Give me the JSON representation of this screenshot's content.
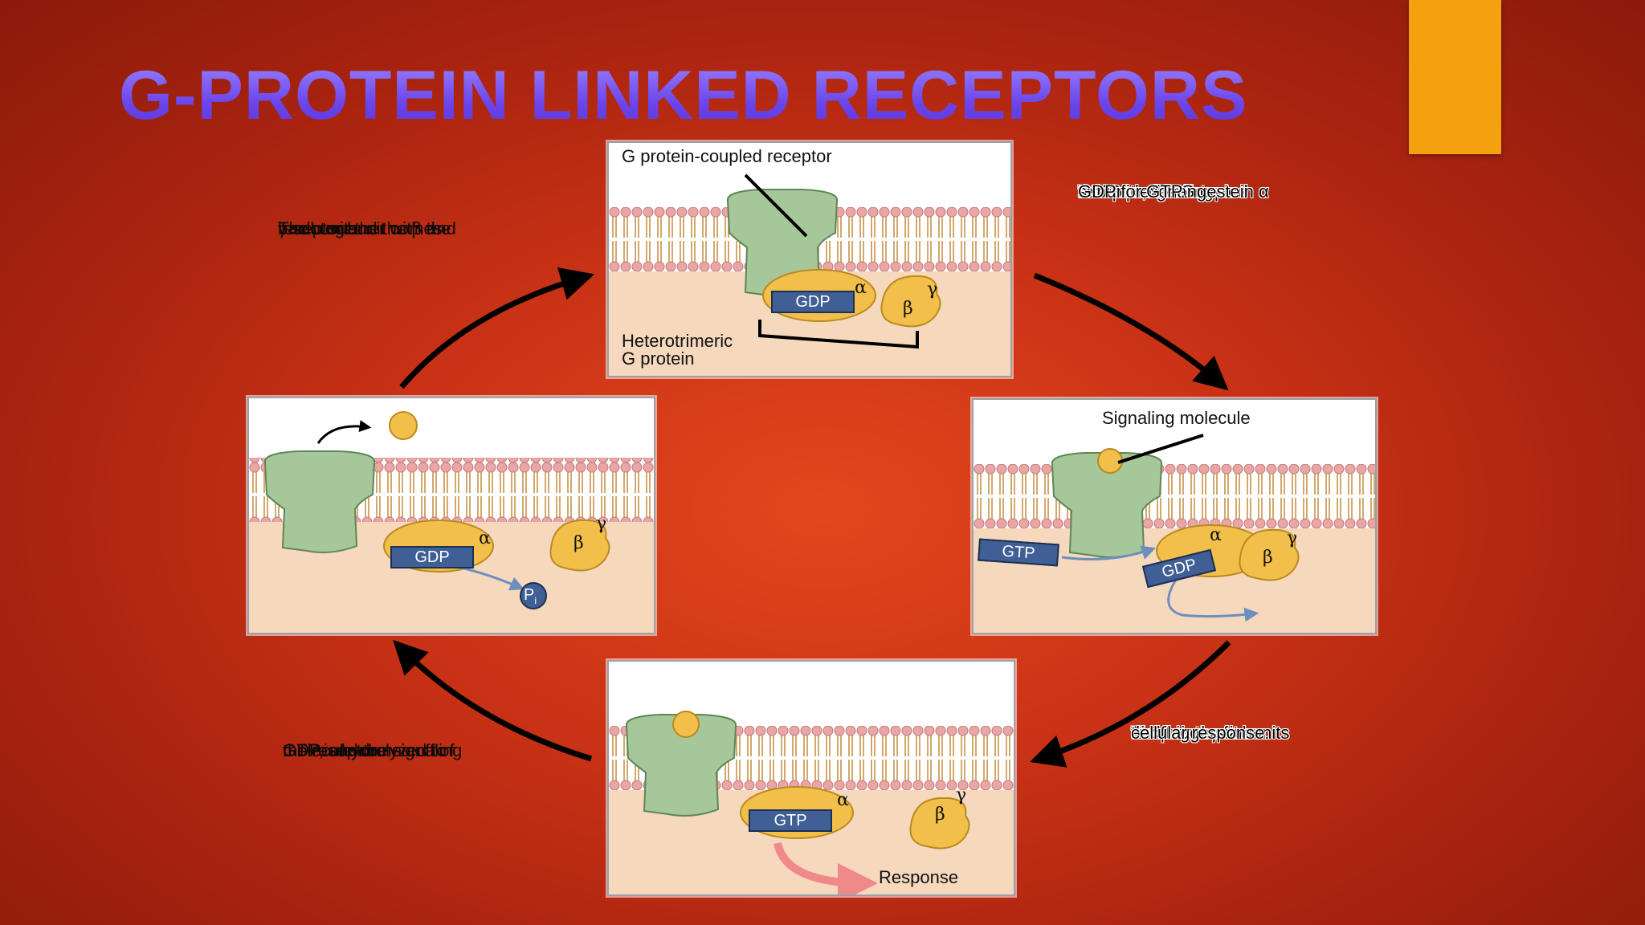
{
  "slide": {
    "title": "G-PROTEIN LINKED RECEPTORS",
    "colors": {
      "title": "#6a45ea",
      "accent_bar": "#f5a00f",
      "background": "#c93216"
    }
  },
  "panels": {
    "top": {
      "receptor_label": "G protein-coupled receptor",
      "g_protein_label_line1": "Heterotrimeric",
      "g_protein_label_line2": "G protein",
      "nucleotide": "GDP"
    },
    "right": {
      "signal_label": "Signaling molecule",
      "nucleotide_in": "GTP",
      "nucleotide_out": "GDP"
    },
    "bottom": {
      "nucleotide": "GTP",
      "response_label": "Response"
    },
    "left": {
      "nucleotide": "GDP",
      "phosphate_label": "P",
      "phosphate_sub": "i"
    }
  },
  "subunits": {
    "alpha": "α",
    "beta": "β",
    "gamma": "γ"
  },
  "captions": {
    "top_left": [
      "The α subunit comes",
      "back together with the",
      "receptor and the β and",
      "γ subunits."
    ],
    "top_right": [
      "When a signaling",
      "molecule binds to",
      "the G protein-coupled",
      "receptor, the G protein α",
      "subunit exchanges",
      "GDP for GTP."
    ],
    "bottom_right": [
      "The α subunit",
      "dissociates from",
      "the β and γ subunits",
      "and triggers a",
      "cellular response."
    ],
    "bottom_left": [
      "GTP is hydrolyzed to",
      "GDP, and the signaling",
      "molecule comes off of",
      "the receptor."
    ]
  }
}
